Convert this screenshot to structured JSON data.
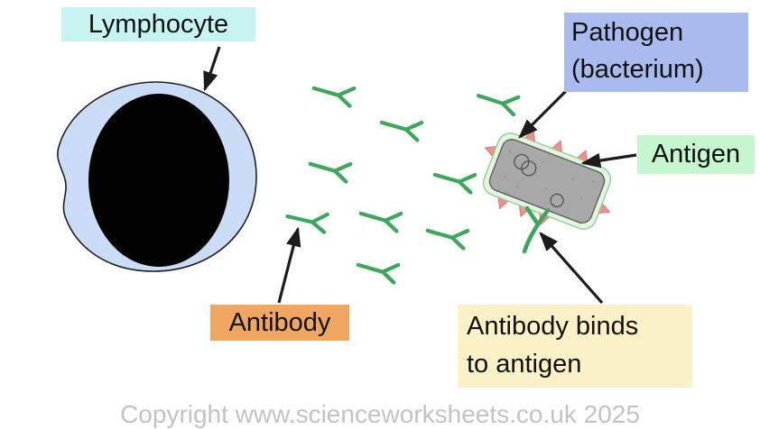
{
  "labels": {
    "lymphocyte": "Lymphocyte",
    "pathogen": [
      "Pathogen",
      "(bacterium)"
    ],
    "antigen": "Antigen",
    "antibody": "Antibody",
    "binds": [
      "Antibody binds",
      "to antigen"
    ]
  },
  "footer": {
    "copyright": "Copyright www.scienceworksheets.co.uk 2025"
  },
  "figures": {
    "free_antibody_count": 9,
    "bound_antibody_count": 1,
    "antigen_spike_count": 8
  },
  "colors": {
    "lymphocyte_label_bg": "#c7f3f1",
    "pathogen_label_bg": "#a9bbee",
    "antigen_label_bg": "#c5f6cf",
    "antibody_label_bg": "#efa660",
    "binds_label_bg": "#fbf1c6",
    "cell_fill": "#cbdcf7",
    "cell_stroke": "#1f1f1f",
    "nucleus_fill": "#010101",
    "pathogen_fill": "#a8a8a8",
    "pathogen_stroke": "#606060",
    "membrane_fill": "#e4f5df",
    "membrane_stroke": "#8fcf96",
    "antigen_spike_fill": "#ee9191",
    "antigen_spike_stroke": "#e07c7c",
    "antibody_green": "#3da75a",
    "arrow_color": "#1c1c1c",
    "copyright_color": "#c3c3c3",
    "label_text": "#111111"
  }
}
